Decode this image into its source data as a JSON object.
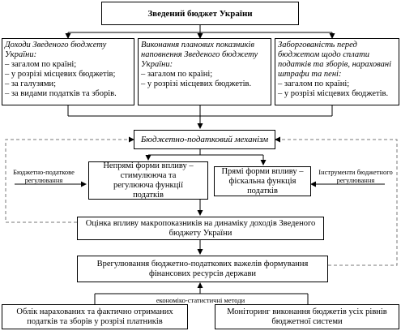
{
  "top": {
    "title": "Зведений бюджет України"
  },
  "col1": {
    "heading_lines": [
      "Доходи Зведеного бюджету",
      "України:"
    ],
    "items": [
      "– загалом по країні;",
      "– у розрізі місцевих бюджетів;",
      "– за галузями;",
      "– за видами податків та зборів."
    ]
  },
  "col2": {
    "heading_lines": [
      "Виконання планових показників",
      "наповнення Зведеного бюджету",
      "України:"
    ],
    "items": [
      "– загалом по країні;",
      "– у розрізі місцевих бюджетів."
    ]
  },
  "col3": {
    "heading_lines": [
      "Заборгованість перед",
      "бюджетом щодо сплати",
      "податків та зборів, нарахованi",
      "штрафи та пені:"
    ],
    "items": [
      "– загалом по країні;",
      "– у розрізі місцевих бюджетів."
    ]
  },
  "mechanism": {
    "title": "Бюджетно-податковий механізм"
  },
  "indirect": {
    "lines": [
      "Непрямі форми впливу –",
      "стимулююча та",
      "регулююча функції",
      "податків"
    ]
  },
  "direct": {
    "lines": [
      "Прямі форми впливу –",
      "фіскальна функція",
      "податків"
    ]
  },
  "left_label": {
    "lines": [
      "Бюджетно-податкове",
      "регулювання"
    ]
  },
  "right_label": {
    "lines": [
      "Інструменти бюджетного",
      "регулювання"
    ]
  },
  "assessment": {
    "lines": [
      "Оцінка впливу макропоказників на динаміку доходів Зведеного",
      "бюджету України"
    ]
  },
  "regulation": {
    "lines": [
      "Врегулювання бюджетно-податкових важелів формування",
      "фінансових ресурсів держави"
    ]
  },
  "methods_label": "економіко-статистичні методи",
  "accounting": {
    "lines": [
      "Облік нарахованих та фактично отриманих",
      "податків та зборів у розрізі платників"
    ]
  },
  "monitoring": {
    "lines": [
      "Моніторинг виконання бюджетів усіх рівнів",
      "бюджетної системи"
    ]
  }
}
